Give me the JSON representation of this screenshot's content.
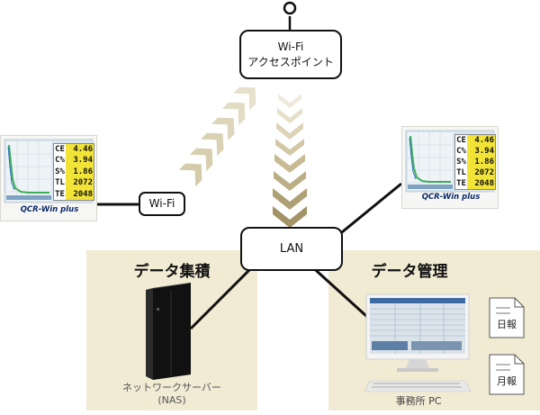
{
  "access_point": {
    "line1": "Wi-Fi",
    "line2": "アクセスポイント"
  },
  "lan": {
    "label": "LAN"
  },
  "wifi_adapter": {
    "label": "Wi-Fi"
  },
  "storage_zone": {
    "title": "データ集積",
    "server_caption_1": "ネットワークサーバー",
    "server_caption_2": "(NAS)"
  },
  "management_zone": {
    "title": "データ管理",
    "pc_caption": "事務所 PC",
    "report_daily": "日報",
    "report_monthly": "月報"
  },
  "devices": [
    {
      "brand": "QCR-Win plus",
      "readings": [
        {
          "k": "CE",
          "v": "4.46"
        },
        {
          "k": "C%",
          "v": "3.94"
        },
        {
          "k": "S%",
          "v": "1.86"
        },
        {
          "k": "TL",
          "v": "2072"
        },
        {
          "k": "TE",
          "v": "2048"
        }
      ]
    },
    {
      "brand": "QCR-Win plus",
      "readings": [
        {
          "k": "CE",
          "v": "4.46"
        },
        {
          "k": "C%",
          "v": "3.94"
        },
        {
          "k": "S%",
          "v": "1.86"
        },
        {
          "k": "TL",
          "v": "2072"
        },
        {
          "k": "TE",
          "v": "2048"
        }
      ]
    }
  ],
  "colors": {
    "zone": "#f1ebd4",
    "arrow": "#d4cba8",
    "readout_bg": "#f2e437",
    "screen_green": "#3fae5a",
    "line": "#111111"
  }
}
